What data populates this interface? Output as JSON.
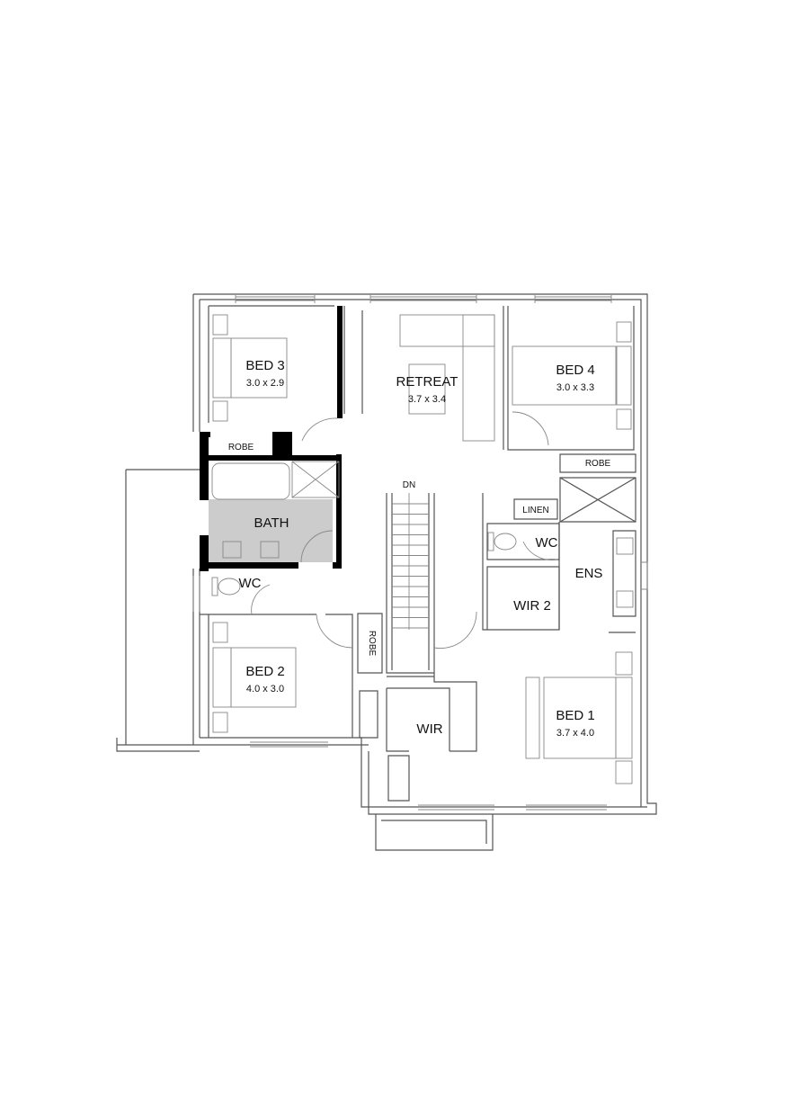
{
  "plan": {
    "rooms": [
      {
        "name": "BED 3",
        "size": "3.0 x 2.9"
      },
      {
        "name": "RETREAT",
        "size": "3.7 x 3.4"
      },
      {
        "name": "BED 4",
        "size": "3.0 x 3.3"
      },
      {
        "name": "BED 2",
        "size": "4.0 x 3.0"
      },
      {
        "name": "BED 1",
        "size": "3.7 x 4.0"
      }
    ],
    "labels": {
      "robe_bed3": "ROBE",
      "bath": "BATH",
      "wc_left": "WC",
      "dn": "DN",
      "robe_bed4": "ROBE",
      "linen": "LINEN",
      "wc_right": "WC",
      "ens": "ENS",
      "wir2": "WIR 2",
      "robe_bed2": "ROBE",
      "wir": "WIR"
    },
    "colors": {
      "bath_fill": "#cccccc",
      "walls": "#000000"
    }
  }
}
